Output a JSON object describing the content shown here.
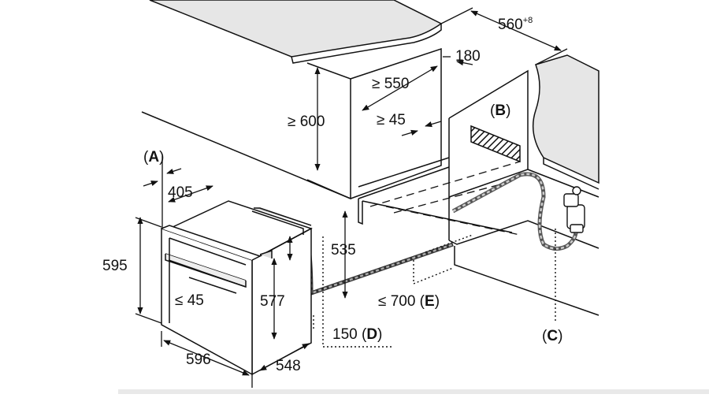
{
  "dimensions": {
    "d600": "≥ 600",
    "d550": "≥ 550",
    "d45_top": "≥ 45",
    "d180": "180",
    "d560": "560",
    "d560_sup": "+8",
    "d405": "405",
    "d595": "595",
    "d45_oven": "≤ 45",
    "d577": "577",
    "d535": "535",
    "d596": "596",
    "d548": "548"
  },
  "labels": {
    "A_open": "(",
    "A_letter": "A",
    "A_close": ")",
    "B_open": "(",
    "B_letter": "B",
    "B_close": ")",
    "C_open": "(",
    "C_letter": "C",
    "C_close": ")",
    "D_value": "150 (",
    "D_letter": "D",
    "D_close": ")",
    "E_value": "≤ 700 (",
    "E_letter": "E",
    "E_close": ")"
  },
  "colors": {
    "line": "#111111",
    "countertop": "#e6e6e6",
    "hose": "#9a9a9a"
  }
}
